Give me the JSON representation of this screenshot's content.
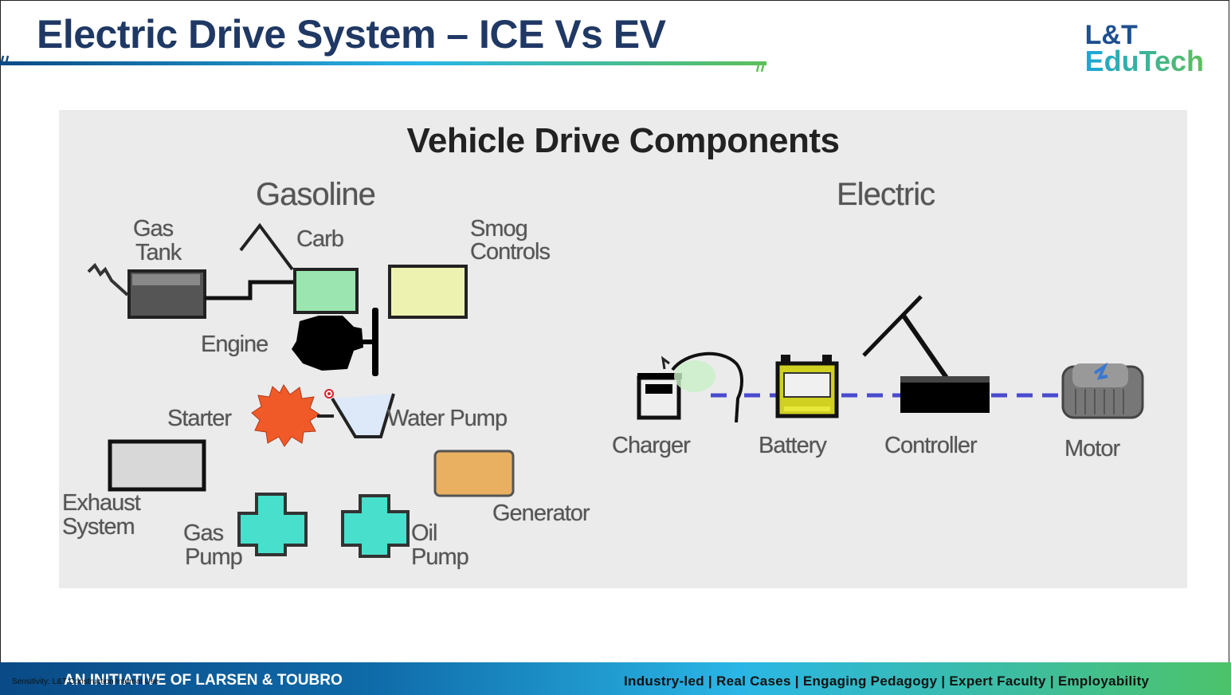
{
  "slide": {
    "title": "Electric Drive System – ICE Vs EV",
    "logo": {
      "line1": "L&T",
      "line2": "EduTech"
    }
  },
  "diagram": {
    "title": "Vehicle Drive Components",
    "gasoline": {
      "heading": "Gasoline",
      "labels": {
        "gas_tank_1": "Gas",
        "gas_tank_2": "Tank",
        "carb": "Carb",
        "smog_1": "Smog",
        "smog_2": "Controls",
        "engine": "Engine",
        "starter": "Starter",
        "water_pump": "Water Pump",
        "exhaust_1": "Exhaust",
        "exhaust_2": "System",
        "gas_pump_1": "Gas",
        "gas_pump_2": "Pump",
        "oil_pump_1": "Oil",
        "oil_pump_2": "Pump",
        "generator": "Generator"
      }
    },
    "electric": {
      "heading": "Electric",
      "labels": {
        "charger": "Charger",
        "battery": "Battery",
        "controller": "Controller",
        "motor": "Motor"
      }
    }
  },
  "footer": {
    "initiative": "AN INITIATIVE OF LARSEN & TOUBRO",
    "sensitivity": "Sensitivity: L&T Construction Internal Use",
    "tagline": "Industry-led | Real Cases | Engaging Pedagogy | Expert Faculty | Employability"
  },
  "colors": {
    "title": "#1f3864",
    "panel": "#ebebeb",
    "cross": "#48e0cc",
    "starter": "#f05a28",
    "dash": "#4a4ad0"
  }
}
